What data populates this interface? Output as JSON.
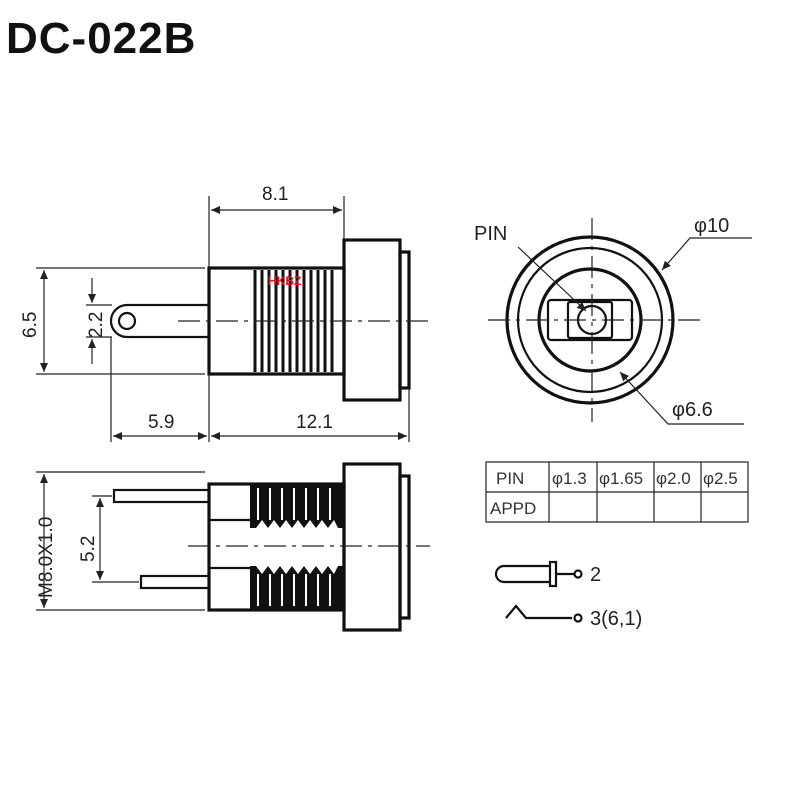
{
  "title": "DC-022B",
  "brand_mark": "HKBZ",
  "side_view": {
    "dim_overall_width": "8.1",
    "dim_height": "6.5",
    "dim_pin_height": "2.2",
    "dim_pin_length": "5.9",
    "dim_body_length": "12.1"
  },
  "front_view": {
    "label_pin": "PIN",
    "dim_outer_diameter": "φ10",
    "dim_inner_diameter": "φ6.6"
  },
  "bottom_view": {
    "dim_thread": "M8.0X1.0",
    "dim_pin_spacing": "5.2"
  },
  "spec_table": {
    "row_labels": [
      "PIN",
      "APPD"
    ],
    "columns": [
      "φ1.3",
      "φ1.65",
      "φ2.0",
      "φ2.5"
    ]
  },
  "legend": {
    "terminal_2": "2",
    "terminal_3": "3(6,1)"
  },
  "colors": {
    "line": "#111111",
    "brand": "#e8141c"
  }
}
